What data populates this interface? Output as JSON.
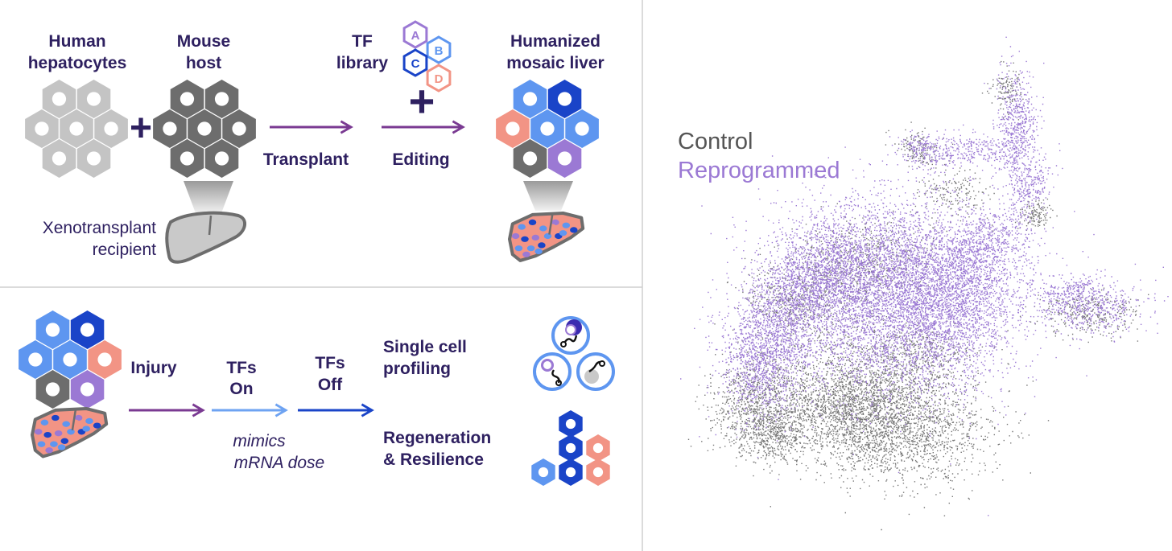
{
  "top_panel": {
    "human_hepatocytes": [
      "Human",
      "hepatocytes"
    ],
    "mouse_host": [
      "Mouse",
      "host"
    ],
    "tf_library": [
      "TF",
      "library"
    ],
    "humanized_liver": [
      "Humanized",
      "mosaic liver"
    ],
    "transplant_label": "Transplant",
    "editing_label": "Editing",
    "xenotransplant": [
      "Xenotransplant",
      "recipient"
    ],
    "tf_letters": [
      "A",
      "B",
      "C",
      "D"
    ]
  },
  "bottom_panel": {
    "injury_label": "Injury",
    "tfs_on": [
      "TFs",
      "On"
    ],
    "tfs_off": [
      "TFs",
      "Off"
    ],
    "mimics": [
      "mimics",
      "mRNA dose"
    ],
    "single_cell": [
      "Single cell",
      "profiling"
    ],
    "regeneration": [
      "Regeneration",
      "& Resilience"
    ]
  },
  "umap": {
    "legend_control": "Control",
    "legend_reprogrammed": "Reprogrammed"
  },
  "colors": {
    "text_dark": "#2e2060",
    "purple_arrow": "#7a3a92",
    "light_blue": "#5e96f0",
    "dark_blue": "#1a44c8",
    "salmon": "#f29485",
    "lavender": "#9b79d4",
    "gray_dark": "#6d6d6d",
    "gray_light": "#c4c4c4",
    "control_gray": "#777777",
    "reprogrammed_purple": "#9b79d4"
  }
}
